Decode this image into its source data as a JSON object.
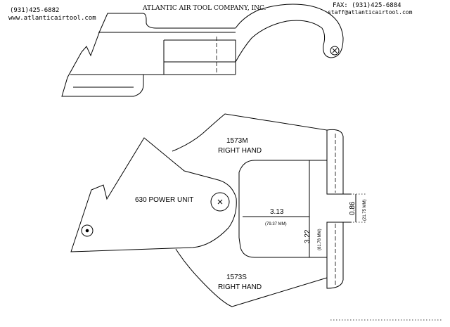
{
  "header": {
    "phone": "(931)425-6882",
    "website": "www.atlanticairtool.com",
    "company": "ATLANTIC AIR TOOL COMPANY, INC.",
    "fax": "FAX: (931)425-6884",
    "email": "staff@atlanticairtool.com"
  },
  "drawing": {
    "part_top": "1573M",
    "hand_top": "RIGHT HAND",
    "power_unit": "630 POWER UNIT",
    "part_bottom": "1573S",
    "hand_bottom": "RIGHT HAND",
    "dim_width_in": "3.13",
    "dim_width_mm": "(79.37 MM)",
    "dim_height_in": "3.22",
    "dim_height_mm": "(81.78 MM)",
    "dim_gap_in": "0.86",
    "dim_gap_mm": "(21.75 MM)"
  }
}
